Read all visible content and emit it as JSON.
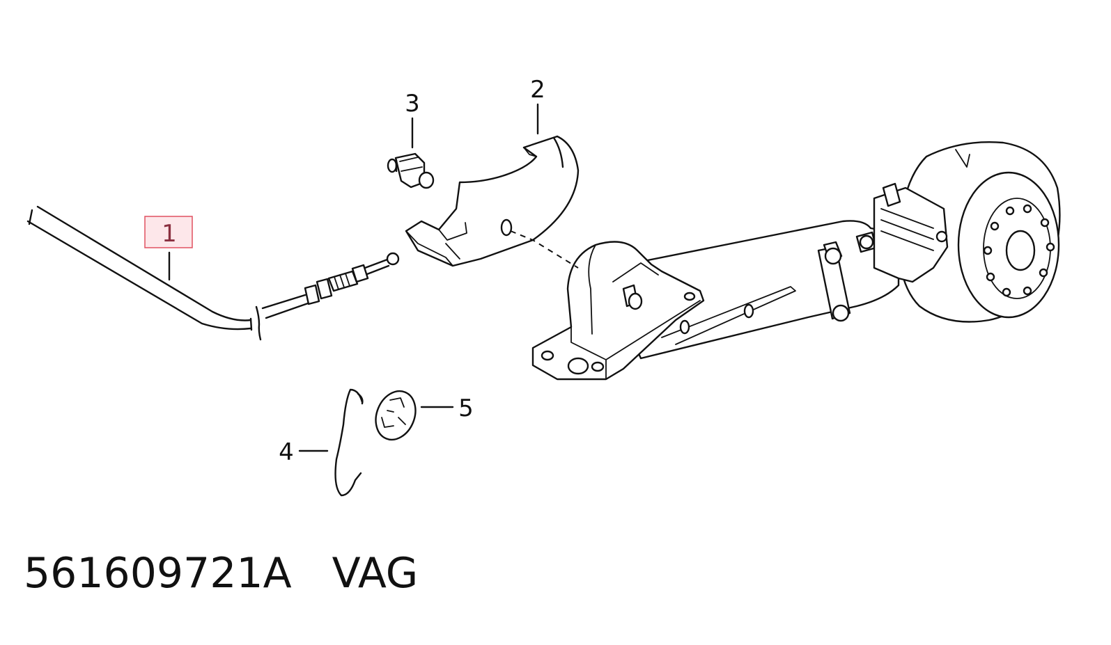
{
  "callouts": {
    "c1": "1",
    "c2": "2",
    "c3": "3",
    "c4": "4",
    "c5": "5"
  },
  "highlight_color": "#e05060",
  "footer": {
    "part_number": "561609721A",
    "brand": "VAG"
  }
}
